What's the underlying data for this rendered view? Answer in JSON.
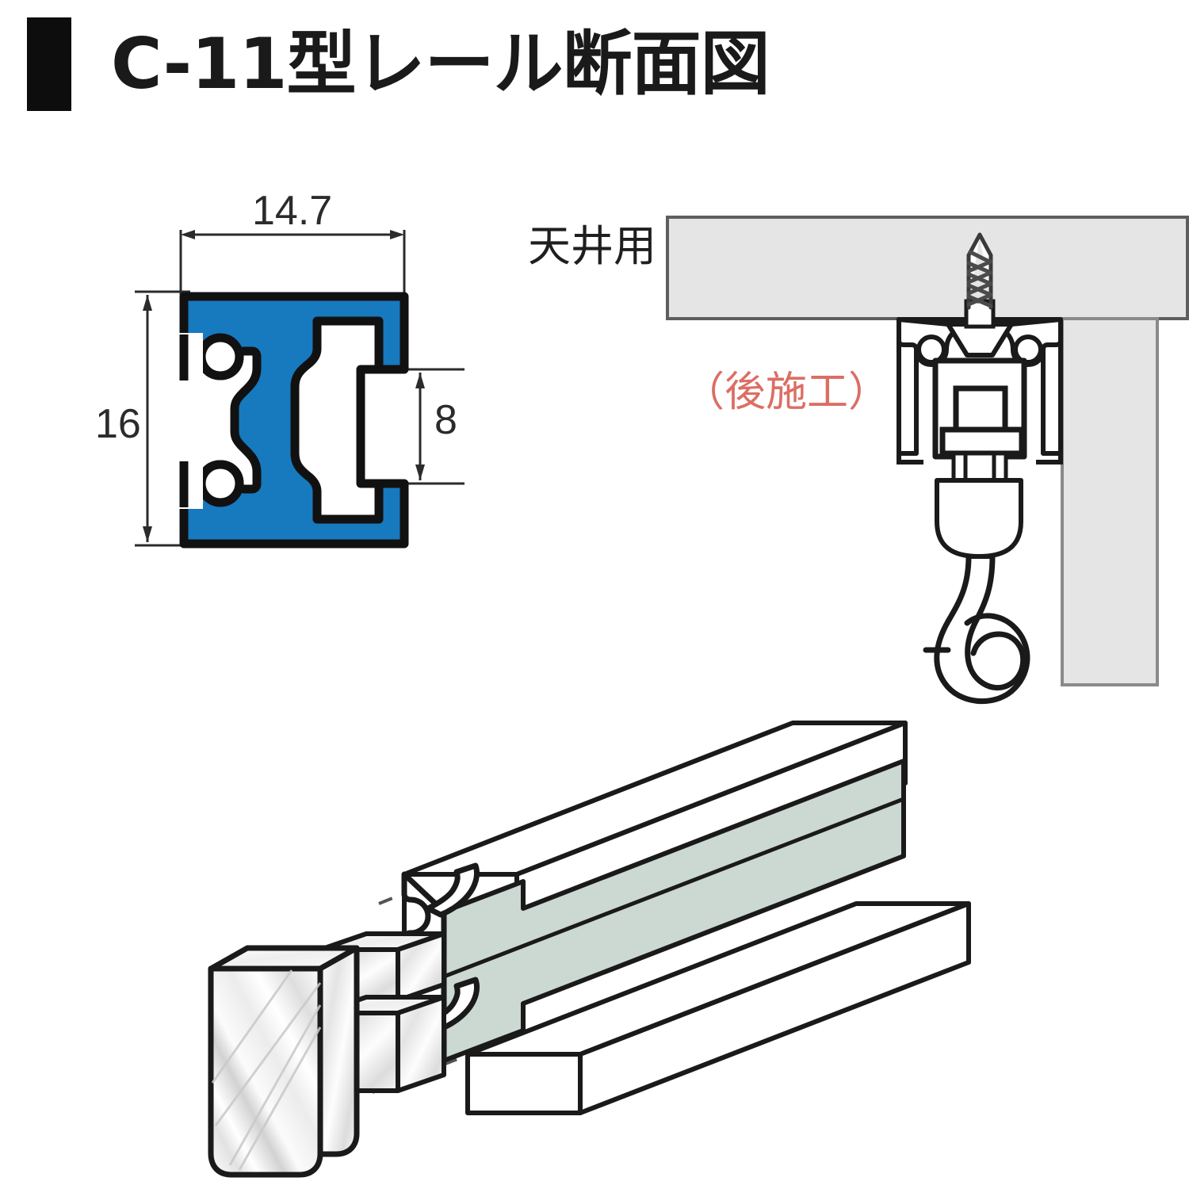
{
  "page": {
    "title": "C-11型レール断面図",
    "background": "#ffffff"
  },
  "header": {
    "bullet": "black-square-bullet",
    "title": "C-11型レール断面図"
  },
  "cross_section": {
    "name": "C-11 rail cross section",
    "fill_color": "#1779be",
    "outline_color": "#111111",
    "dimensions": {
      "width": "14.7",
      "height": "16",
      "inner_opening": "8"
    }
  },
  "ceiling_detail": {
    "label": "天井用",
    "note": "（後施工）",
    "note_color": "#dc6e64",
    "slab_color": "#e5e5e5",
    "slab_border": "#6b6b6b",
    "parts": [
      "wood-screw",
      "rail-profile",
      "slider-runner",
      "drop-hook"
    ]
  },
  "isometric": {
    "name": "rail end cap assembly",
    "channel_color": "#ccd8d2",
    "body_color": "#ffffff",
    "outline_color": "#1a1a1a",
    "parts": [
      "end-cap",
      "rail-extrusion"
    ]
  }
}
